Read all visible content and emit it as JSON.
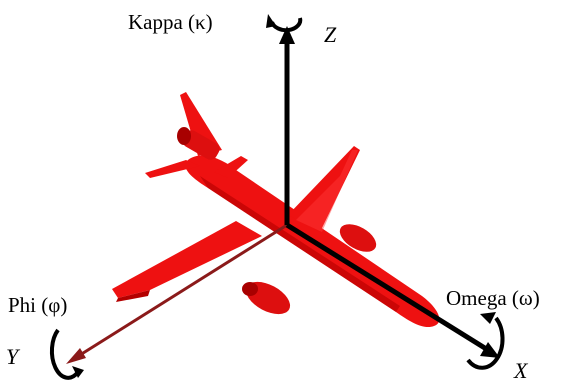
{
  "diagram": {
    "rotations": {
      "kappa": "Kappa (κ)",
      "phi": "Phi (φ)",
      "omega": "Omega (ω)"
    },
    "axes": {
      "x": "X",
      "y": "Y",
      "z": "Z"
    }
  },
  "colors": {
    "aircraft": "#ee1111",
    "aircraft_shade": "#b40000",
    "aircraft_light": "#ff3a3a",
    "axis_black": "#000000",
    "axis_y": "#8b1a1a"
  }
}
